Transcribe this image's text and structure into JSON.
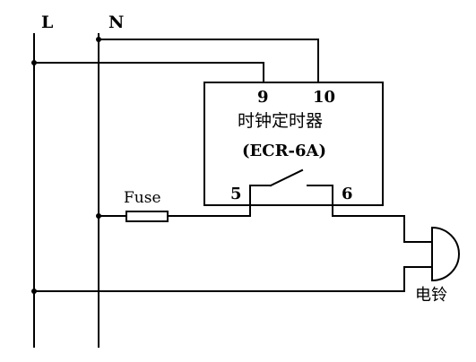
{
  "lines": {
    "live": "L",
    "neutral": "N"
  },
  "timer": {
    "title": "时钟定时器",
    "model": "(ECR-6A)",
    "terminals": {
      "t9": "9",
      "t10": "10",
      "t5": "5",
      "t6": "6"
    }
  },
  "fuse": {
    "label": "Fuse"
  },
  "bell": {
    "label": "电铃"
  }
}
